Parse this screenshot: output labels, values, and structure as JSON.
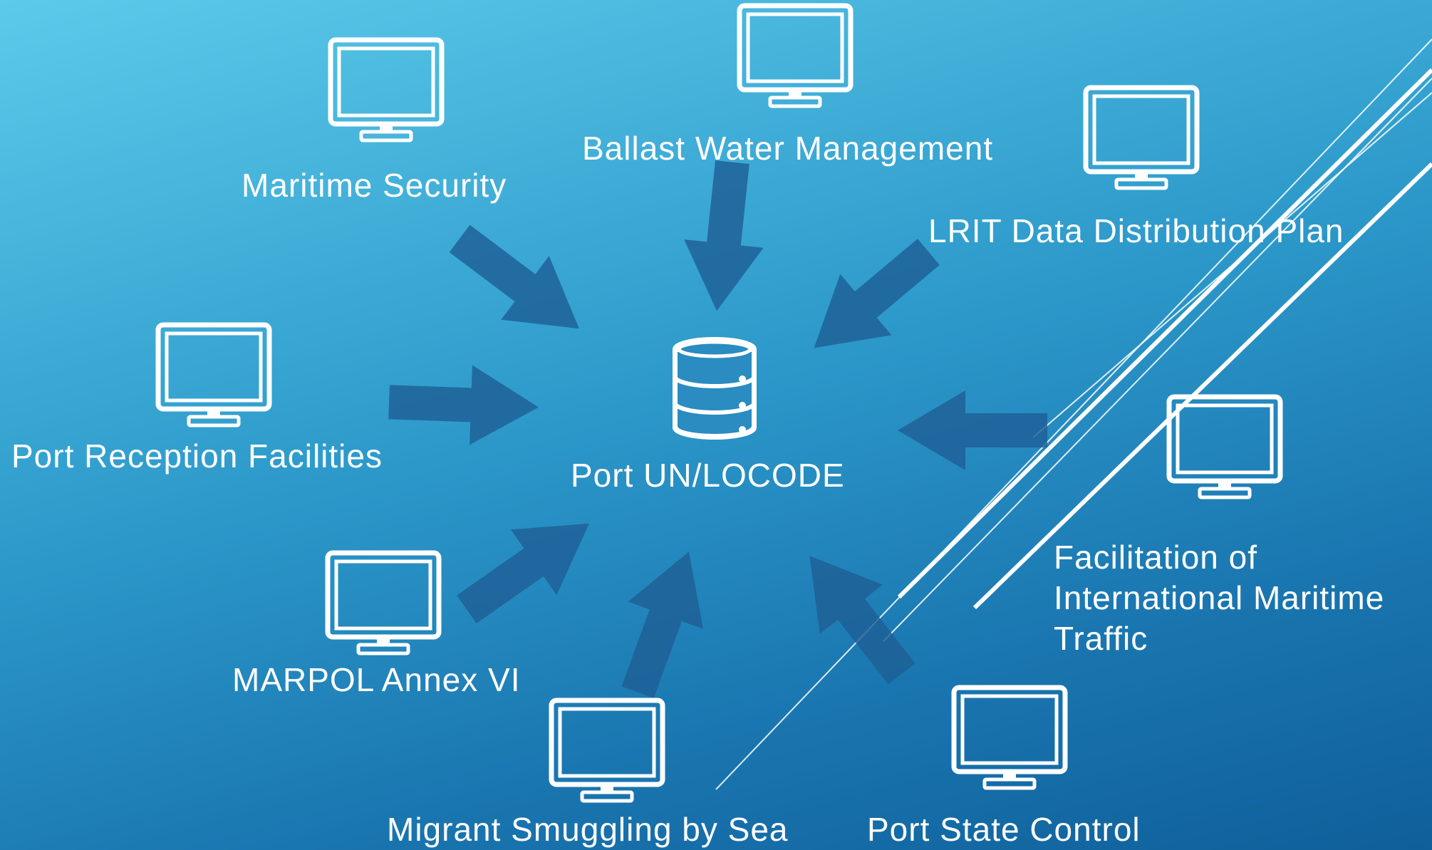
{
  "colors": {
    "background_top": "#5ccaea",
    "background_bottom": "#0f5f9a",
    "arrow": "#1e5f96",
    "icon": "#ffffff"
  },
  "center": {
    "icon": "database-icon",
    "label": "Port UN/LOCODE"
  },
  "nodes": [
    {
      "icon": "monitor-icon",
      "label": "Maritime Security"
    },
    {
      "icon": "monitor-icon",
      "label": "Ballast Water Management"
    },
    {
      "icon": "monitor-icon",
      "label": "LRIT Data Distribution Plan"
    },
    {
      "icon": "monitor-icon",
      "label": "Port Reception Facilities"
    },
    {
      "icon": "monitor-icon",
      "label": "Facilitation of International Maritime Traffic"
    },
    {
      "icon": "monitor-icon",
      "label": "MARPOL Annex VI"
    },
    {
      "icon": "monitor-icon",
      "label": "Migrant Smuggling by Sea"
    },
    {
      "icon": "monitor-icon",
      "label": "Port State Control"
    }
  ]
}
